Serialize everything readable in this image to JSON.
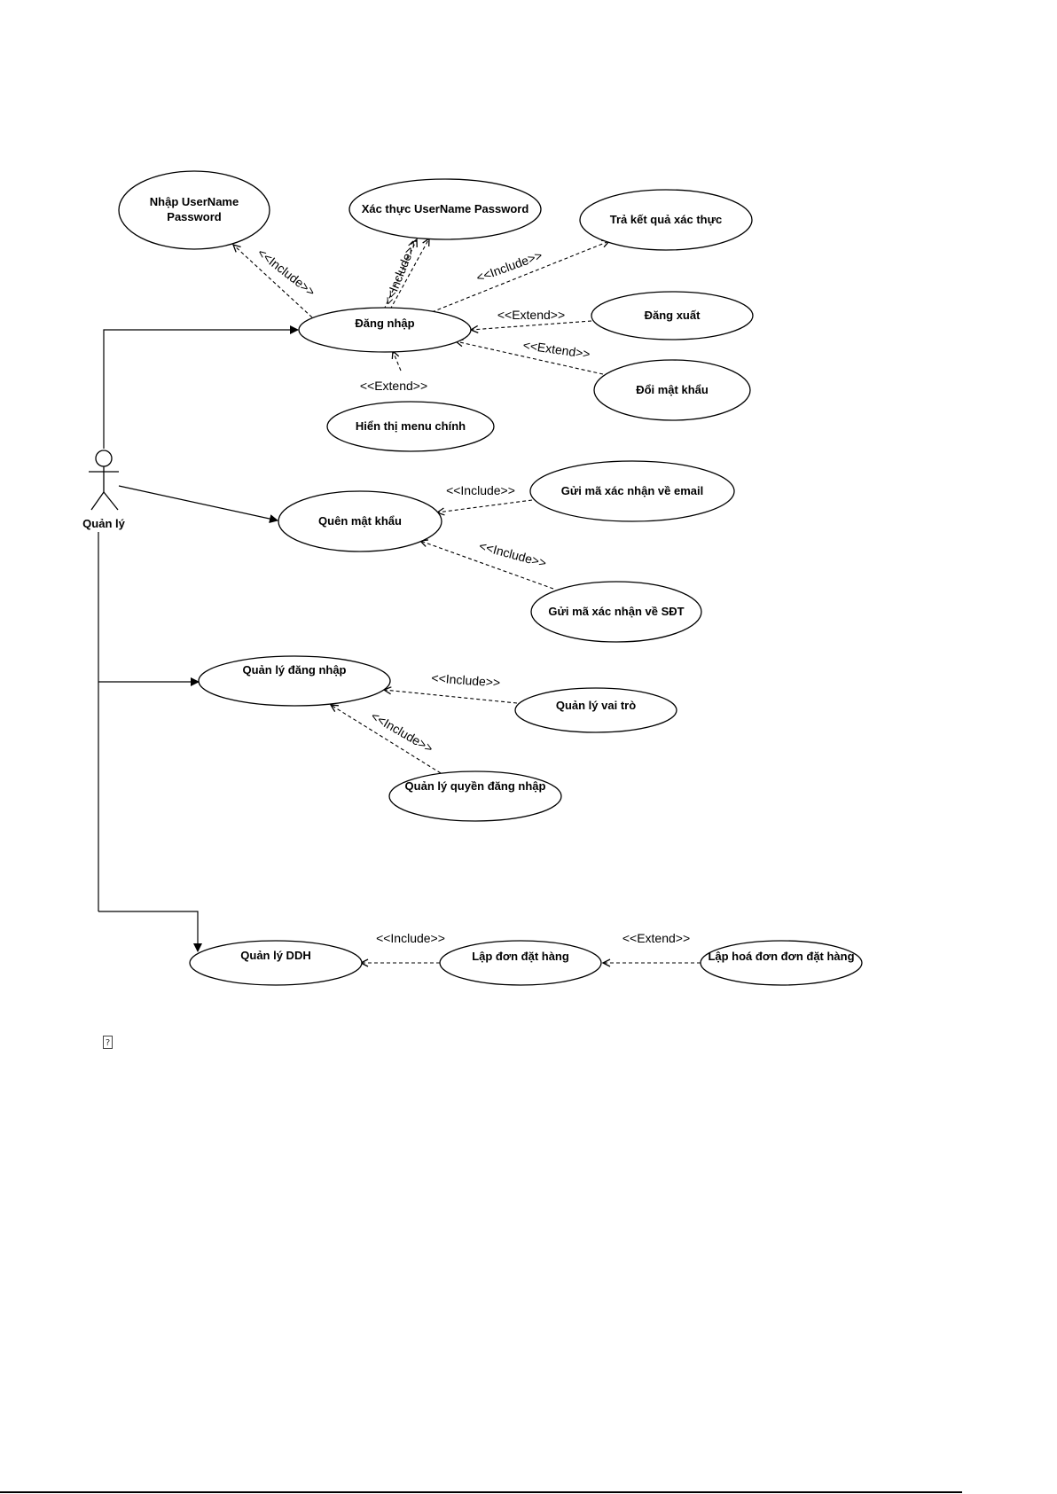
{
  "actor": {
    "label": "Quản lý"
  },
  "use_cases": {
    "nhap_username": [
      "Nhập UserName",
      "Password"
    ],
    "xac_thuc": "Xác thực UserName Password",
    "tra_ket_qua": "Trả kết quả xác thực",
    "dang_nhap": "Đăng nhập",
    "dang_xuat": "Đăng xuất",
    "doi_mat_khau": "Đổi mật khẩu",
    "hien_thi_menu": "Hiển thị menu chính",
    "quen_mat_khau": "Quên mật khẩu",
    "gui_ma_email": "Gửi mã xác nhận về email",
    "gui_ma_sdt": "Gửi mã xác nhận về SĐT",
    "quan_ly_dang_nhap": "Quản lý đăng nhập",
    "quan_ly_vai_tro": "Quản lý vai trò",
    "quan_ly_quyen": "Quản lý quyền đăng nhập",
    "quan_ly_ddh": "Quản lý DDH",
    "lap_don": "Lập đơn đặt hàng",
    "lap_hoa_don": "Lập hoá đơn đơn đặt hàng"
  },
  "stereotypes": {
    "include": "<<Include>>",
    "extend": "<<Extend>>"
  },
  "footer": {
    "missing_glyph": "?"
  }
}
